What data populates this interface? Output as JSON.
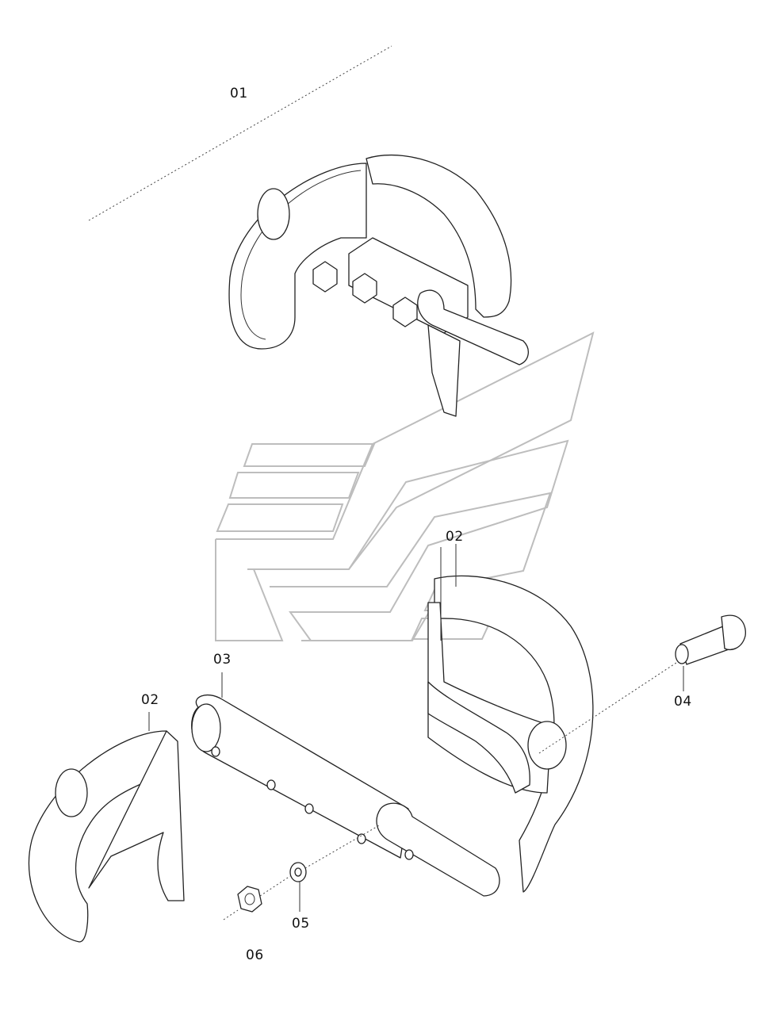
{
  "labels": {
    "l01": "01",
    "l02_top": "02",
    "l03": "03",
    "l02_left": "02",
    "l04": "04",
    "l05": "05",
    "l06": "06"
  },
  "colors": {
    "line": "#222222",
    "watermark": "#bdbdbd",
    "background": "#ffffff"
  }
}
